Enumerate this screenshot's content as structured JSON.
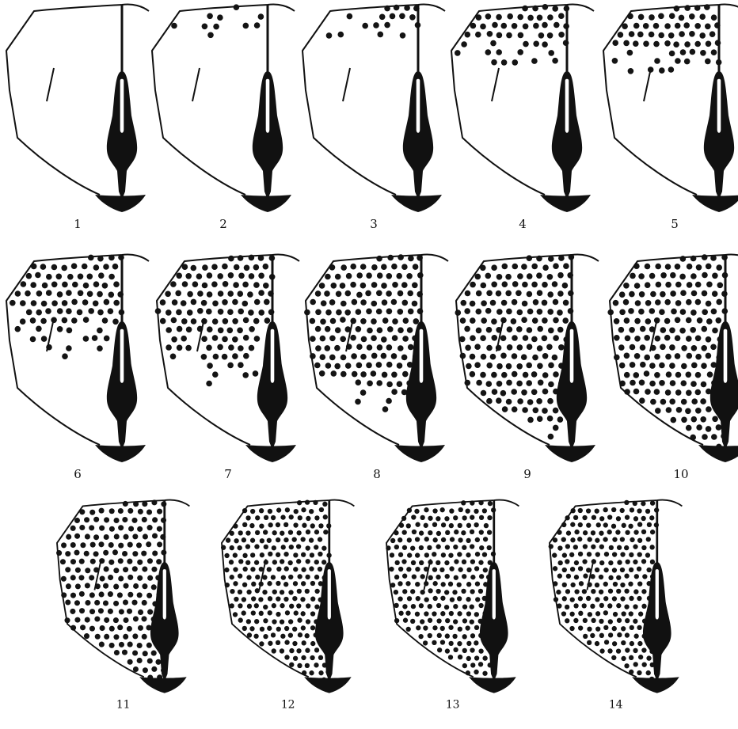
{
  "figure": {
    "description_kind": "developmental sequence of 14 stages",
    "stages": [
      {
        "number": "1",
        "fill": 0.0
      },
      {
        "number": "2",
        "fill": 0.06
      },
      {
        "number": "3",
        "fill": 0.09
      },
      {
        "number": "4",
        "fill": 0.18
      },
      {
        "number": "5",
        "fill": 0.24
      },
      {
        "number": "6",
        "fill": 0.33
      },
      {
        "number": "7",
        "fill": 0.43
      },
      {
        "number": "8",
        "fill": 0.55
      },
      {
        "number": "9",
        "fill": 0.7
      },
      {
        "number": "10",
        "fill": 0.82
      },
      {
        "number": "11",
        "fill": 0.9
      },
      {
        "number": "12",
        "fill": 0.97
      },
      {
        "number": "13",
        "fill": 1.0
      },
      {
        "number": "14",
        "fill": 1.0
      }
    ],
    "colors": {
      "ink": "#111111",
      "paper": "#ffffff"
    }
  }
}
